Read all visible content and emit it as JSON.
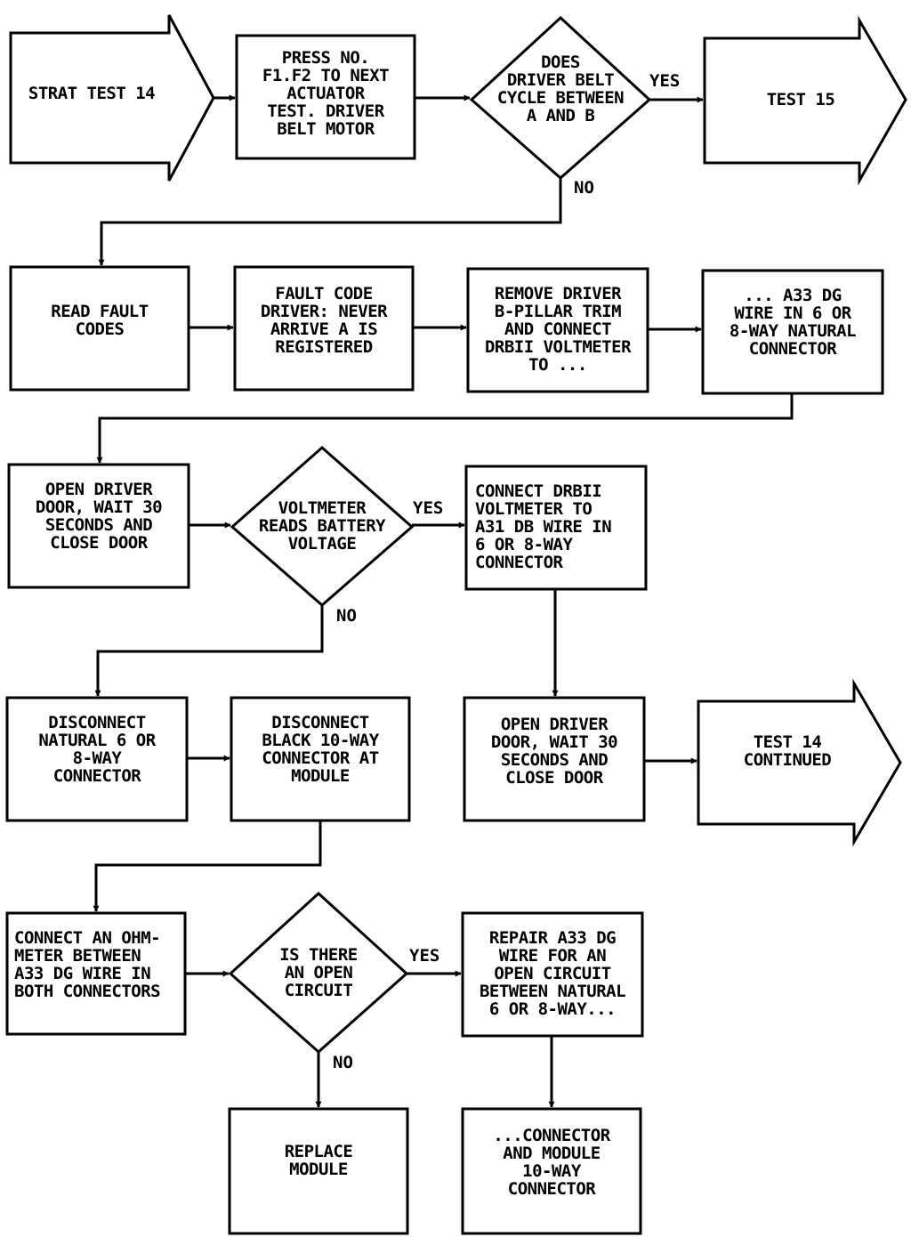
{
  "diagram": {
    "nodes": {
      "start": {
        "lines": [
          "STRAT TEST 14"
        ]
      },
      "press": {
        "lines": [
          "PRESS NO.",
          "F1.F2 TO NEXT",
          "ACTUATOR",
          "TEST. DRIVER",
          "BELT MOTOR"
        ]
      },
      "cycle": {
        "lines": [
          "DOES",
          "DRIVER BELT",
          "CYCLE BETWEEN",
          "A AND B"
        ]
      },
      "test15": {
        "lines": [
          "TEST 15"
        ]
      },
      "read_fault": {
        "lines": [
          "READ FAULT",
          "CODES"
        ]
      },
      "fault_code": {
        "lines": [
          "FAULT CODE",
          "DRIVER: NEVER",
          "ARRIVE A IS",
          "REGISTERED"
        ]
      },
      "remove_trim": {
        "lines": [
          "REMOVE DRIVER",
          "B-PILLAR TRIM",
          "AND CONNECT",
          "DRBII VOLTMETER",
          "TO ..."
        ]
      },
      "a33_wire": {
        "lines": [
          "... A33 DG",
          "WIRE IN 6 OR",
          "8-WAY NATURAL",
          "CONNECTOR"
        ]
      },
      "open_door1": {
        "lines": [
          "OPEN DRIVER",
          "DOOR, WAIT 30",
          "SECONDS AND",
          "CLOSE DOOR"
        ]
      },
      "voltmeter": {
        "lines": [
          "VOLTMETER",
          "READS BATTERY",
          "VOLTAGE"
        ]
      },
      "connect_drbii": {
        "lines": [
          "CONNECT DRBII",
          "VOLTMETER TO",
          "A31 DB WIRE IN",
          "6 OR 8-WAY",
          "CONNECTOR"
        ]
      },
      "disconnect_natural": {
        "lines": [
          "DISCONNECT",
          "NATURAL 6 OR",
          "8-WAY",
          "CONNECTOR"
        ]
      },
      "disconnect_black": {
        "lines": [
          "DISCONNECT",
          "BLACK 10-WAY",
          "CONNECTOR AT",
          "MODULE"
        ]
      },
      "open_door2": {
        "lines": [
          "OPEN DRIVER",
          "DOOR, WAIT 30",
          "SECONDS AND",
          "CLOSE DOOR"
        ]
      },
      "test14_cont": {
        "lines": [
          "TEST 14",
          "CONTINUED"
        ]
      },
      "ohmmeter": {
        "lines": [
          "CONNECT AN OHM-",
          "METER BETWEEN",
          "A33 DG WIRE IN",
          "BOTH CONNECTORS"
        ]
      },
      "open_circuit": {
        "lines": [
          "IS THERE",
          "AN OPEN",
          "CIRCUIT"
        ]
      },
      "repair": {
        "lines": [
          "REPAIR A33 DG",
          "WIRE FOR AN",
          "OPEN CIRCUIT",
          "BETWEEN NATURAL",
          "6 OR 8-WAY..."
        ]
      },
      "replace": {
        "lines": [
          "REPLACE",
          "MODULE"
        ]
      },
      "connector_module": {
        "lines": [
          "...CONNECTOR",
          "AND MODULE",
          "10-WAY",
          "CONNECTOR"
        ]
      }
    },
    "edges": {
      "cycle_yes": "YES",
      "cycle_no": "NO",
      "voltmeter_yes": "YES",
      "voltmeter_no": "NO",
      "circuit_yes": "YES",
      "circuit_no": "NO"
    }
  }
}
